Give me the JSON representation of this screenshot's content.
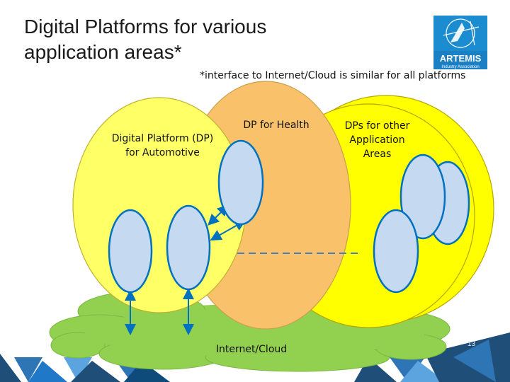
{
  "slide": {
    "title_line1": "Digital Platforms for various",
    "title_line2": "application areas*",
    "footnote": "*interface to Internet/Cloud is similar for all platforms",
    "page_number": "13"
  },
  "logo": {
    "name": "ARTEMIS",
    "tagline": "Industry Association"
  },
  "diagram": {
    "automotive_label_line1": "Digital Platform (DP)",
    "automotive_label_line2": "for Automotive",
    "health_label": "DP for Health",
    "other_label_line1": "DPs for other",
    "other_label_line2": "Application",
    "other_label_line3": "Areas",
    "cloud_label": "Internet/Cloud"
  },
  "colors": {
    "automotive": "#ffff66",
    "health": "#f9c16a",
    "other": "#ffff00",
    "cloud": "#92d050",
    "node_fill": "#c5d9f1",
    "node_stroke": "#0070c0",
    "arrow": "#0070c0"
  }
}
